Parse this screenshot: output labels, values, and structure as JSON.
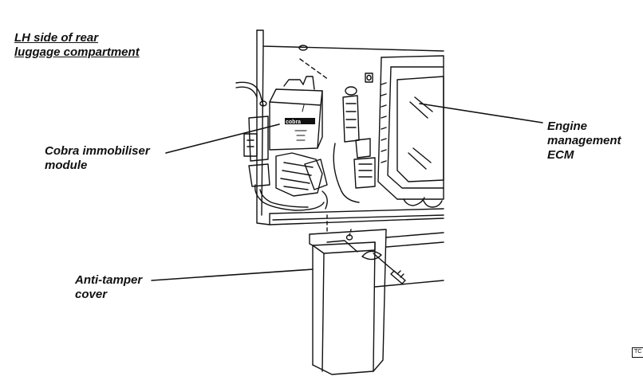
{
  "title": {
    "line1": "LH side of rear",
    "line2": "luggage compartment"
  },
  "labels": {
    "immobiliser_line1": "Cobra immobiliser",
    "immobiliser_line2": "module",
    "ecm_line1": "Engine",
    "ecm_line2": "management",
    "ecm_line3": "ECM",
    "cover_line1": "Anti-tamper",
    "cover_line2": "cover"
  },
  "module_marking": "cobra",
  "ref_code": "TC"
}
